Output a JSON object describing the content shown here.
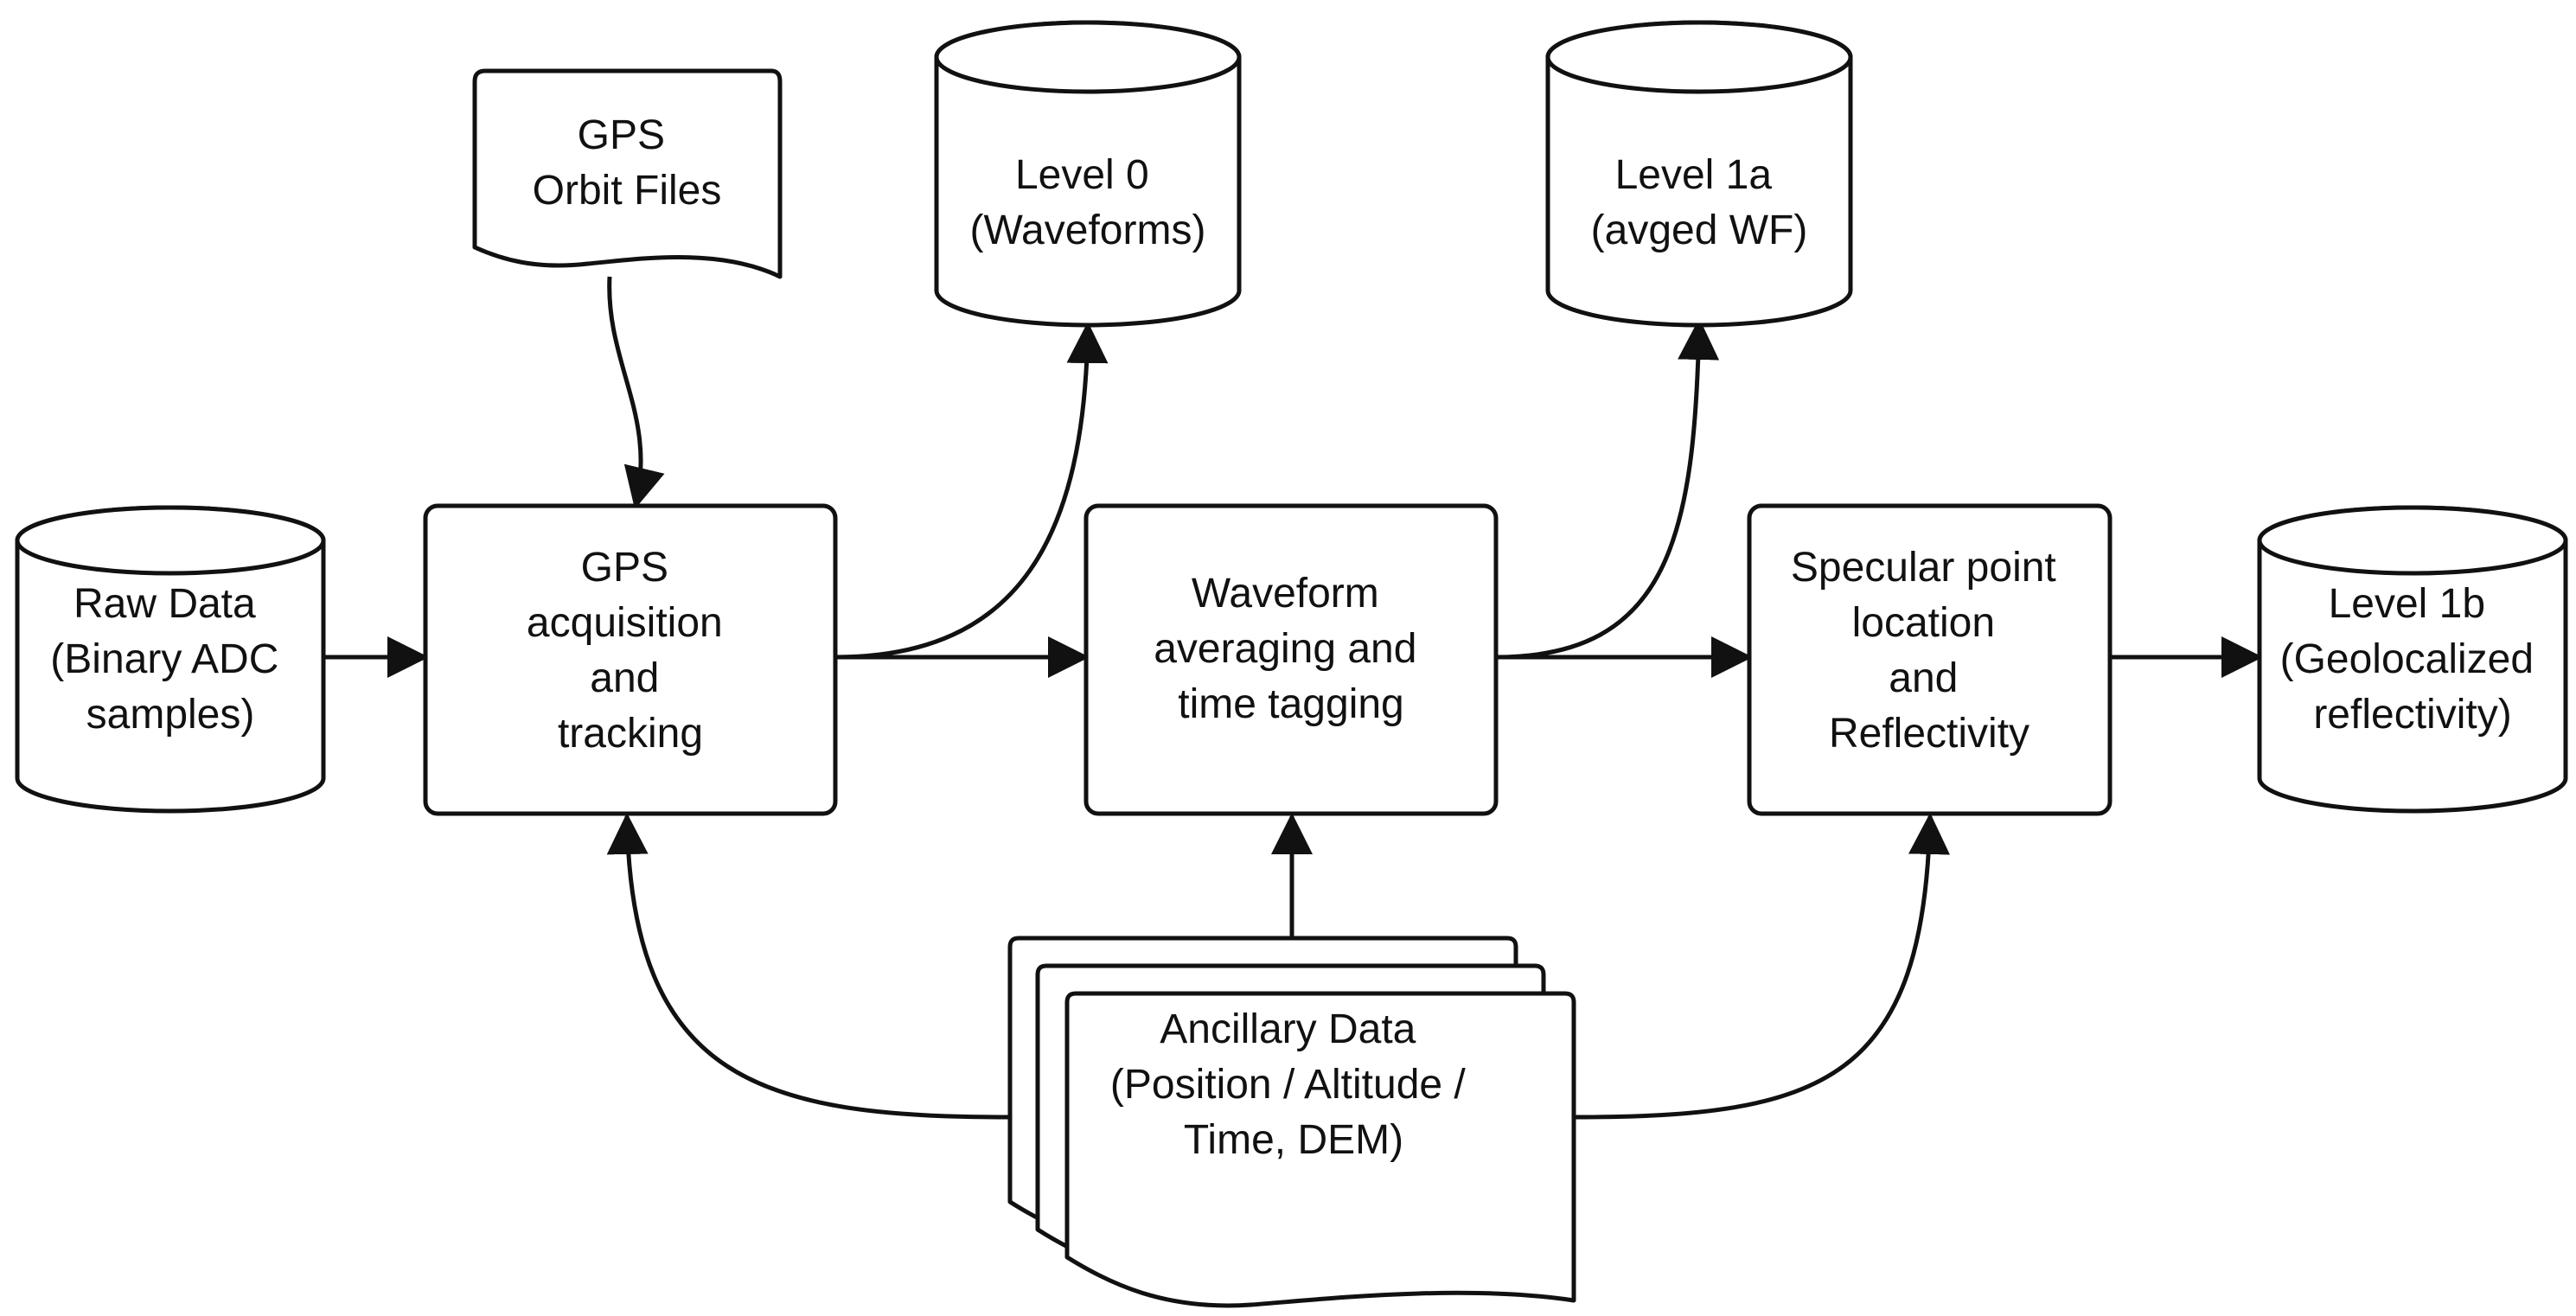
{
  "nodes": {
    "gps_orbit": {
      "lines": [
        "GPS",
        "Orbit Files"
      ]
    },
    "level0": {
      "lines": [
        "Level 0",
        "(Waveforms)"
      ]
    },
    "level1a": {
      "lines": [
        "Level 1a",
        "(avged WF)"
      ]
    },
    "raw_data": {
      "lines": [
        "Raw Data",
        "(Binary ADC",
        "samples)"
      ]
    },
    "gps_acq": {
      "lines": [
        "GPS",
        "acquisition",
        "and",
        "tracking"
      ]
    },
    "waveform_avg": {
      "lines": [
        "Waveform",
        "averaging and",
        "time tagging"
      ]
    },
    "specular": {
      "lines": [
        "Specular point",
        "location",
        "and",
        "Reflectivity"
      ]
    },
    "level1b": {
      "lines": [
        "Level 1b",
        "(Geolocalized",
        "reflectivity)"
      ]
    },
    "ancillary": {
      "lines": [
        "Ancillary Data",
        "(Position / Altitude /",
        "Time, DEM)"
      ]
    }
  },
  "edges": [
    {
      "from": "raw_data",
      "to": "gps_acq"
    },
    {
      "from": "gps_orbit",
      "to": "gps_acq"
    },
    {
      "from": "gps_acq",
      "to": "waveform_avg"
    },
    {
      "from": "gps_acq",
      "to": "level0"
    },
    {
      "from": "waveform_avg",
      "to": "specular"
    },
    {
      "from": "waveform_avg",
      "to": "level1a"
    },
    {
      "from": "specular",
      "to": "level1b"
    },
    {
      "from": "ancillary",
      "to": "gps_acq"
    },
    {
      "from": "ancillary",
      "to": "waveform_avg"
    },
    {
      "from": "ancillary",
      "to": "specular"
    }
  ]
}
